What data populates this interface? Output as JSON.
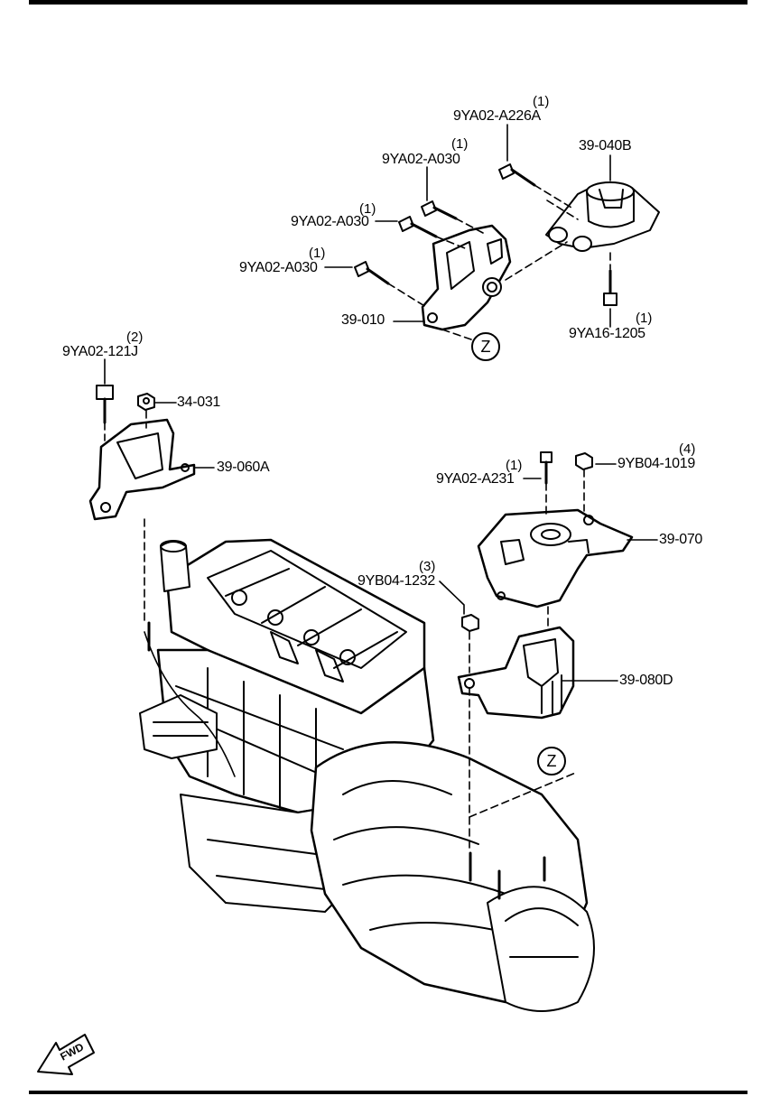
{
  "parts": {
    "p_9ya02_a226a": {
      "code": "9YA02-A226A",
      "qty": "(1)"
    },
    "p_39_040b": {
      "code": "39-040B"
    },
    "p_9ya02_a030_a": {
      "code": "9YA02-A030",
      "qty": "(1)"
    },
    "p_9ya02_a030_b": {
      "code": "9YA02-A030",
      "qty": "(1)"
    },
    "p_9ya02_a030_c": {
      "code": "9YA02-A030",
      "qty": "(1)"
    },
    "p_39_010": {
      "code": "39-010"
    },
    "p_9ya16_1205": {
      "code": "9YA16-1205",
      "qty": "(1)"
    },
    "p_9ya02_121j": {
      "code": "9YA02-121J",
      "qty": "(2)"
    },
    "p_34_031": {
      "code": "34-031"
    },
    "p_39_060a": {
      "code": "39-060A"
    },
    "p_9ya02_a231": {
      "code": "9YA02-A231",
      "qty": "(1)"
    },
    "p_9yb04_1019": {
      "code": "9YB04-1019",
      "qty": "(4)"
    },
    "p_39_070": {
      "code": "39-070"
    },
    "p_9yb04_1232": {
      "code": "9YB04-1232",
      "qty": "(3)"
    },
    "p_39_080d": {
      "code": "39-080D"
    }
  },
  "zone_markers": {
    "z1": "Z",
    "z2": "Z"
  },
  "fwd_label": "FWD",
  "colors": {
    "ink": "#000000",
    "paper": "#ffffff"
  }
}
